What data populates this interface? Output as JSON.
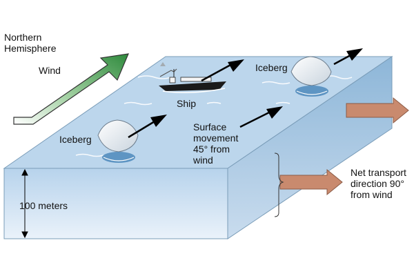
{
  "hemisphere": {
    "line1": "Northern",
    "line2": "Hemisphere"
  },
  "wind_label": "Wind",
  "ship_label": "Ship",
  "iceberg_label": "Iceberg",
  "surface_movement": {
    "line1": "Surface",
    "line2": "movement",
    "line3": "45° from",
    "line4": "wind"
  },
  "depth_label": "100 meters",
  "net_transport": {
    "line1": "Net transport",
    "line2": "direction 90°",
    "line3": "from wind"
  },
  "colors": {
    "sea_top": "#bcd6ec",
    "sea_front": "#c8dcf0",
    "sea_side": "#8fb8d9",
    "wind_arrow": "#3f8f4a",
    "transport_arrow": "#c98a6e",
    "movement_arrow": "#000000"
  },
  "icons": [
    "wind-arrow",
    "ship-icon",
    "iceberg-icon",
    "movement-arrow",
    "net-transport-arrow",
    "depth-bracket"
  ]
}
